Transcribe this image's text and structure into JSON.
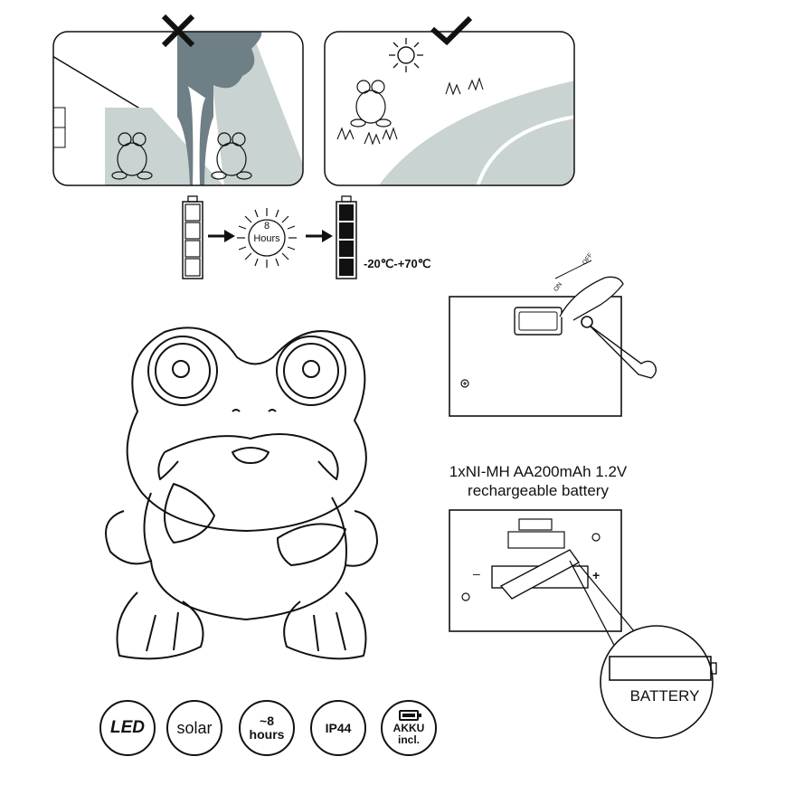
{
  "charge": {
    "hours_number": "8",
    "hours_label": "Hours",
    "temperature_range": "-20℃-+70℃"
  },
  "switch": {
    "on_label": "ON",
    "off_label": "OFF"
  },
  "battery": {
    "spec_line1": "1xNI-MH AA200mAh 1.2V",
    "spec_line2": "rechargeable battery",
    "zoom_label": "BATTERY",
    "minus": "–",
    "plus": "+"
  },
  "badges": {
    "led": "LED",
    "solar": "solar",
    "hours_top": "~8",
    "hours_bottom": "hours",
    "ip": "IP44",
    "akku_top": "AKKU",
    "akku_bottom": "incl."
  },
  "icons": [
    "cross-icon",
    "check-icon",
    "sun-icon",
    "arrow-right-icon",
    "battery-icon",
    "screwdriver-icon"
  ],
  "colors": {
    "shade": "#c9d3d1",
    "tree": "#6f7f86",
    "line": "#111111"
  }
}
